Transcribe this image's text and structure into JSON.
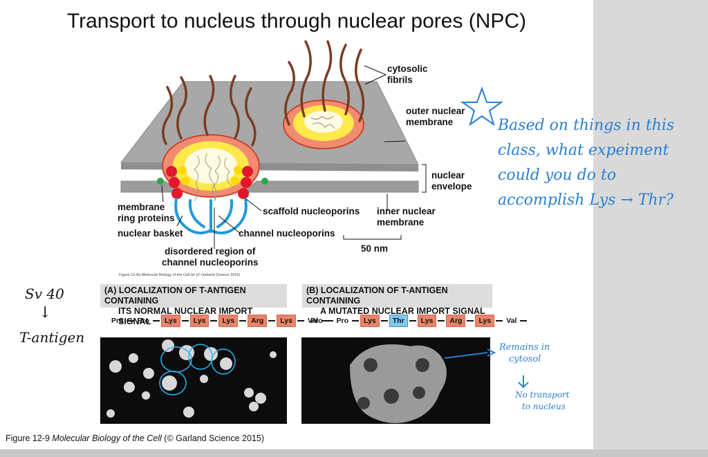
{
  "slide": {
    "title": "Transport to nucleus through nuclear pores (NPC)",
    "figure_credit_small": "Figure 12-8a  Molecular Biology of the Cell 6e (© Garland Science 2015)",
    "caption_prefix": "Figure 12-9  ",
    "caption_book": "Molecular Biology of the Cell",
    "caption_suffix": " (© Garland Science 2015)"
  },
  "diagram": {
    "labels": {
      "cytosolic_fibrils": [
        "cytosolic",
        "fibrils"
      ],
      "outer_nuclear_membrane": [
        "outer nuclear",
        "membrane"
      ],
      "nuclear_envelope": [
        "nuclear",
        "envelope"
      ],
      "inner_nuclear_membrane": [
        "inner nuclear",
        "membrane"
      ],
      "membrane_ring_proteins": [
        "membrane",
        "ring proteins"
      ],
      "nuclear_basket": "nuclear basket",
      "scaffold_nucleoporins": "scaffold nucleoporins",
      "channel_nucleoporins": "channel nucleoporins",
      "disordered_region": [
        "disordered region of",
        "channel nucleoporins"
      ],
      "scale_bar": "50 nm"
    },
    "colors": {
      "membrane": "#9a9a9a",
      "fibrils": "#7a3b22",
      "scaffold": "#e3162b",
      "ring_outer": "#f08c70",
      "yellow": "#ffe84a",
      "green": "#2aa84a",
      "basket": "#1f9ad6"
    }
  },
  "panels": [
    {
      "head_line1": "(A) LOCALIZATION OF T-ANTIGEN CONTAINING",
      "head_line2": "ITS NORMAL NUCLEAR IMPORT SIGNAL",
      "sequence": [
        "Pro",
        "Pro",
        "Lys",
        "Lys",
        "Lys",
        "Arg",
        "Lys",
        "Val"
      ]
    },
    {
      "head_line1": "(B) LOCALIZATION OF T-ANTIGEN CONTAINING",
      "head_line2": "A MUTATED NUCLEAR IMPORT SIGNAL",
      "sequence": [
        "Pro",
        "Pro",
        "Lys",
        "Thr",
        "Lys",
        "Arg",
        "Lys",
        "Val"
      ]
    }
  ],
  "annotations": {
    "question": [
      "Based on things in this",
      "class, what expeiment",
      "could you do to",
      "accomplish Lys → Thr?"
    ],
    "sv40": "Sv 40",
    "arrow_down": "↓",
    "t_antigen": "T-antigen",
    "remains": [
      "Remains in",
      "cytosol"
    ],
    "no_transport": [
      "No transport",
      "to nucleus"
    ],
    "ink_color": "#2a7fd1"
  }
}
